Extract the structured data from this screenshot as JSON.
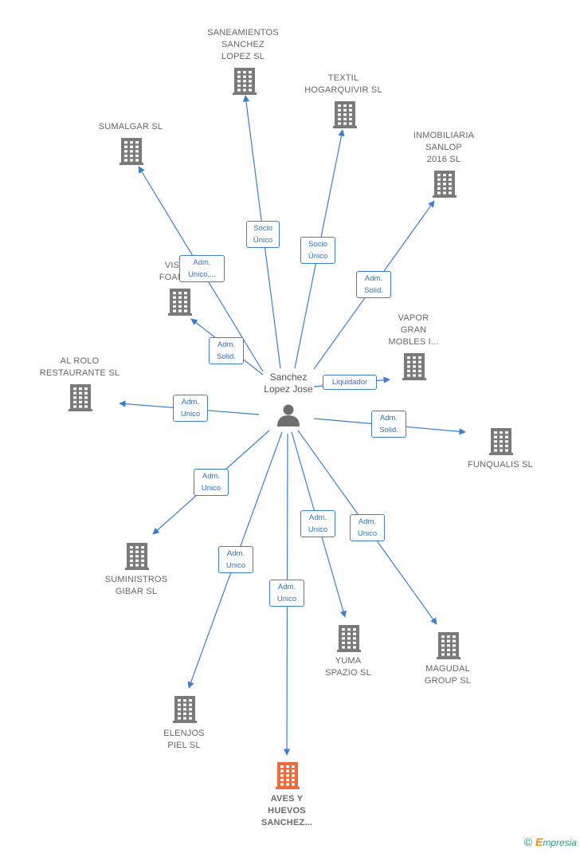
{
  "center": {
    "label": "Sanchez\nLopez Jose",
    "icon": "person-icon"
  },
  "colors": {
    "edge": "#3b7ed4",
    "building": "#7a7a7a",
    "building_main": "#ee6a3a"
  },
  "companies": [
    {
      "id": "saneamientos",
      "label": "SANEAMIENTOS\nSANCHEZ\nLOPEZ SL",
      "icon": "building-icon"
    },
    {
      "id": "textil",
      "label": "TEXTIL\nHOGARQUIVIR SL",
      "icon": "building-icon"
    },
    {
      "id": "sumalgar",
      "label": "SUMALGAR  SL",
      "icon": "building-icon"
    },
    {
      "id": "inmobiliaria",
      "label": "INMOBILIARIA\nSANLOP\n2016  SL",
      "icon": "building-icon"
    },
    {
      "id": "vis",
      "label": "VIS\nFOAM",
      "icon": "building-icon"
    },
    {
      "id": "vapor",
      "label": "VAPOR\nGRAN\nMOBLES I...",
      "icon": "building-icon"
    },
    {
      "id": "alrolo",
      "label": "AL ROLO\nRESTAURANTE SL",
      "icon": "building-icon"
    },
    {
      "id": "funqualis",
      "label": "FUNQUALIS  SL",
      "icon": "building-icon"
    },
    {
      "id": "suministros",
      "label": "SUMINISTROS\nGIBAR SL",
      "icon": "building-icon"
    },
    {
      "id": "yuma",
      "label": "YUMA\nSPAZIO SL",
      "icon": "building-icon"
    },
    {
      "id": "magudal",
      "label": "MAGUDAL\nGROUP  SL",
      "icon": "building-icon"
    },
    {
      "id": "elenjos",
      "label": "ELENJOS\nPIEL SL",
      "icon": "building-icon"
    },
    {
      "id": "aves",
      "label": "AVES Y\nHUEVOS\nSANCHEZ...",
      "icon": "building-icon",
      "main": true
    }
  ],
  "edges": [
    {
      "to": "saneamientos",
      "label": "Socio\nÚnico"
    },
    {
      "to": "textil",
      "label": "Socio\nÚnico"
    },
    {
      "to": "sumalgar",
      "label": "Adm.\nUnico,..."
    },
    {
      "to": "inmobiliaria",
      "label": "Adm.\nSolid."
    },
    {
      "to": "vis",
      "label": "Adm.\nSolid."
    },
    {
      "to": "vapor",
      "label": "Liquidador"
    },
    {
      "to": "alrolo",
      "label": "Adm.\nUnico"
    },
    {
      "to": "funqualis",
      "label": "Adm.\nSolid."
    },
    {
      "to": "suministros",
      "label": "Adm.\nUnico"
    },
    {
      "to": "yuma",
      "label": "Adm.\nUnico"
    },
    {
      "to": "magudal",
      "label": "Adm.\nUnico"
    },
    {
      "to": "elenjos",
      "label": "Adm.\nUnico"
    },
    {
      "to": "aves",
      "label": "Adm.\nUnico"
    }
  ],
  "footer": {
    "copyright": "©",
    "brand_initial": "E",
    "brand_rest": "mpresia"
  }
}
